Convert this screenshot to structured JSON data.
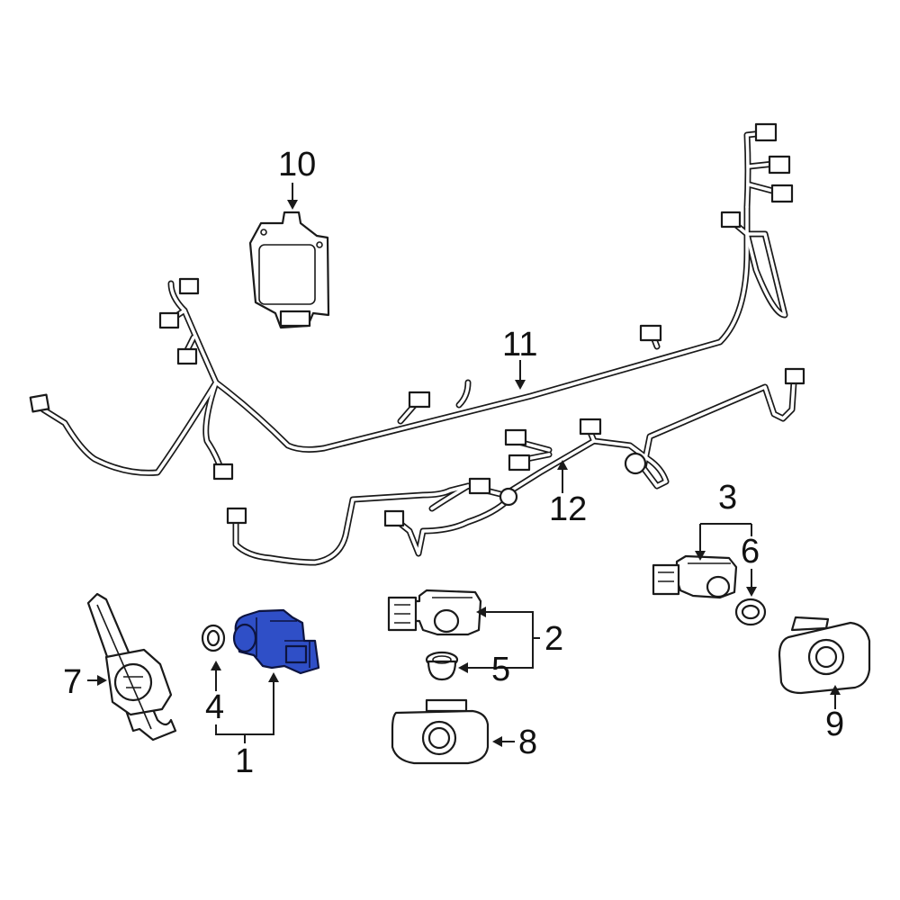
{
  "diagram": {
    "highlight_color": "#2f4fc7",
    "line_color": "#1a1a1a",
    "callouts": [
      "1",
      "2",
      "3",
      "4",
      "5",
      "6",
      "7",
      "8",
      "9",
      "10",
      "11",
      "12"
    ]
  }
}
